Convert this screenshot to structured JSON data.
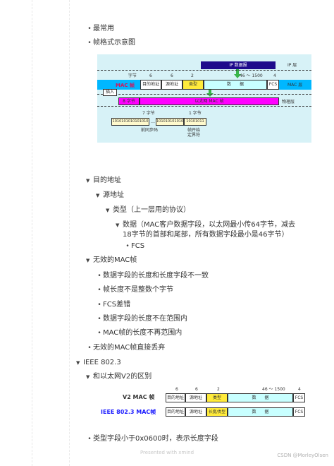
{
  "outline": {
    "item_common": "最常用",
    "item_frame_diagram": "帧格式示意图",
    "item_dest": "目的地址",
    "item_src": "源地址",
    "item_type": "类型（上一层用的协议）",
    "item_data": "数据（MAC客户数据字段，以太网最小传64字节，减去18字节的首部和尾部，所有数据字段最小是46字节）",
    "item_fcs": "FCS",
    "item_invalid": "无效的MAC帧",
    "item_inv1": "数据字段的长度和长度字段不一致",
    "item_inv2": "帧长度不是整数个字节",
    "item_inv3": "FCS差错",
    "item_inv4": "数据字段的长度不在范围内",
    "item_inv5": "MAC帧的长度不再范围内",
    "item_discard": "无效的MAC帧直接丢弃",
    "item_ieee": "IEEE 802.3",
    "item_diff": "和以太网V2的区别",
    "item_typefield": "类型字段小于0x0600时，表示长度字段"
  },
  "figure1": {
    "ip_datagram": "IP 数据报",
    "ip_layer": "IP 层",
    "mac_layer": "MAC 层",
    "phys_layer": "物理层",
    "byte_label": "字节",
    "mac_frame_label": "MAC 帧",
    "insert_label": "插入",
    "eight_bytes": "8 字节",
    "seven_bytes": "7 字节",
    "one_byte": "1 字节",
    "ethernet_mac_frame": "以太网 MAC 帧",
    "size_6a": "6",
    "size_6b": "6",
    "size_2": "2",
    "size_data": "46 ～ 1500",
    "size_4": "4",
    "dest": "目的地址",
    "src": "源地址",
    "type": "类型",
    "data": "数　　据",
    "fcs": "FCS",
    "preamble_bits": "1010101010101010",
    "ellipsis": "…",
    "preamble_bits2": "101010101010",
    "sfd_bits": "10101011",
    "preamble_label": "前同步码",
    "sfd_label": "帧开始\n定界符"
  },
  "figure2": {
    "v2_label": "V2 MAC 帧",
    "ieee_label": "IEEE 802.3 MAC帧",
    "size_6a": "6",
    "size_6b": "6",
    "size_2": "2",
    "size_data": "46 ～ 1500",
    "size_4": "4",
    "dest": "目的地址",
    "src": "源地址",
    "type": "类型",
    "len_type": "长度/类型",
    "data": "数　　据",
    "fcs": "FCS"
  },
  "footer": {
    "presented": "Presented with xmind",
    "watermark": "CSDN @MorleyOlsen"
  },
  "colors": {
    "mac_text": "#d4145a",
    "ieee_text": "#1a1aff",
    "data_band": "#00b7ff",
    "frame_bar": "#ff00ff",
    "ip_bar": "#1e0a8c",
    "arrow": "#39b54a",
    "type_fill": "#ffeb3b",
    "len_fill": "#ffeb3b",
    "data_fill": "#c8ffff"
  }
}
